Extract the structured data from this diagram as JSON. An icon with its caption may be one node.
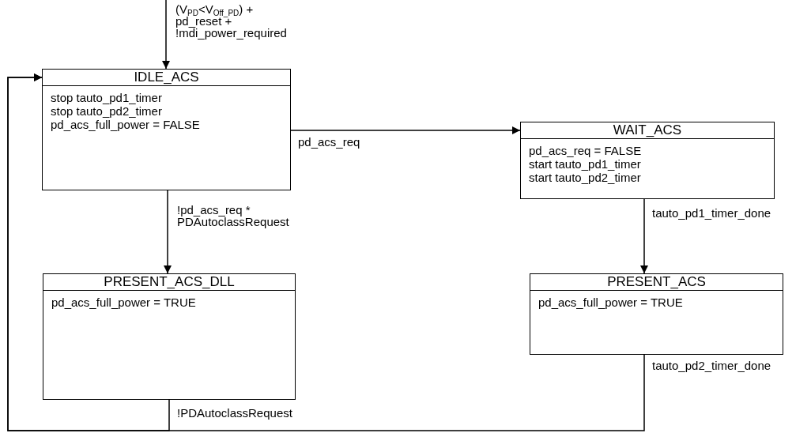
{
  "diagram": {
    "nodes": [
      {
        "text": [
          "IDLE_ACS",
          "stop tauto_pd1_timer",
          "stop tauto_pd2_timer",
          "pd_acs_full_power = FALSE"
        ]
      },
      {
        "text": [
          "WAIT_ACS",
          "pd_acs_req = FALSE",
          "start tauto_pd1_timer",
          "start tauto_pd2_timer"
        ]
      },
      {
        "text": [
          "PRESENT_ACS_DLL",
          "pd_acs_full_power = TRUE"
        ]
      },
      {
        "text": [
          "PRESENT_ACS",
          "pd_acs_full_power = TRUE"
        ]
      }
    ],
    "edges": [
      {
        "from": null,
        "to": 0,
        "arrow": "to",
        "label": "(V$_{PD}$<V$_{Off_PD}$) + pd_reset + !mdi_power_required"
      },
      {
        "from": 0,
        "to": 1,
        "arrow": "to",
        "label": "pd_acs_req"
      },
      {
        "from": 0,
        "to": 2,
        "arrow": "to",
        "label": "!pd_acs_req * PDAutoclassRequest"
      },
      {
        "from": 1,
        "to": 3,
        "arrow": "to",
        "label": "tauto_pd1_timer_done"
      },
      {
        "from": 2,
        "to": 0,
        "arrow": "to",
        "label": "!PDAutoclassRequest"
      },
      {
        "from": 3,
        "to": 0,
        "arrow": "to",
        "label": "tauto_pd2_timer_done"
      }
    ]
  }
}
